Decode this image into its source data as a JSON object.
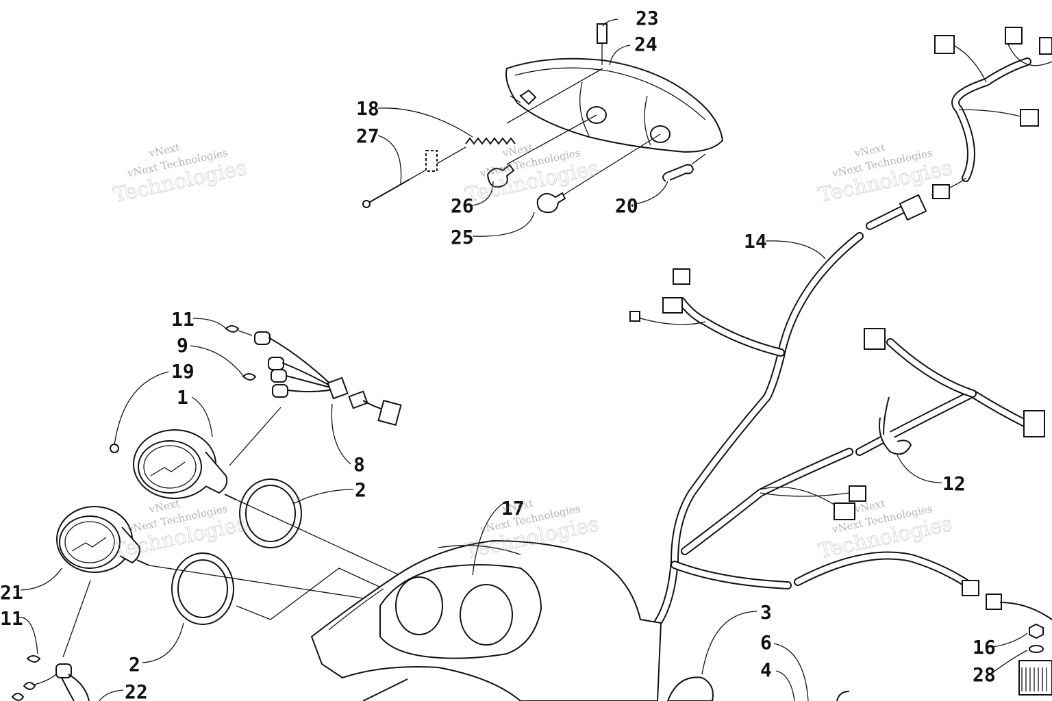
{
  "callouts": {
    "c23": "23",
    "c24": "24",
    "c18": "18",
    "c27": "27",
    "c26": "26",
    "c25": "25",
    "c20": "20",
    "c14": "14",
    "c11a": "11",
    "c9": "9",
    "c19": "19",
    "c1": "1",
    "c8": "8",
    "c2a": "2",
    "c17": "17",
    "c12": "12",
    "c21": "21",
    "c11b": "11",
    "c2b": "2",
    "c22": "22",
    "c3": "3",
    "c6": "6",
    "c4": "4",
    "c16": "16",
    "c28": "28"
  },
  "watermark": {
    "brand_top": "vNext",
    "brand_line": "vNext Technologies",
    "brand_big": "Technologies"
  }
}
